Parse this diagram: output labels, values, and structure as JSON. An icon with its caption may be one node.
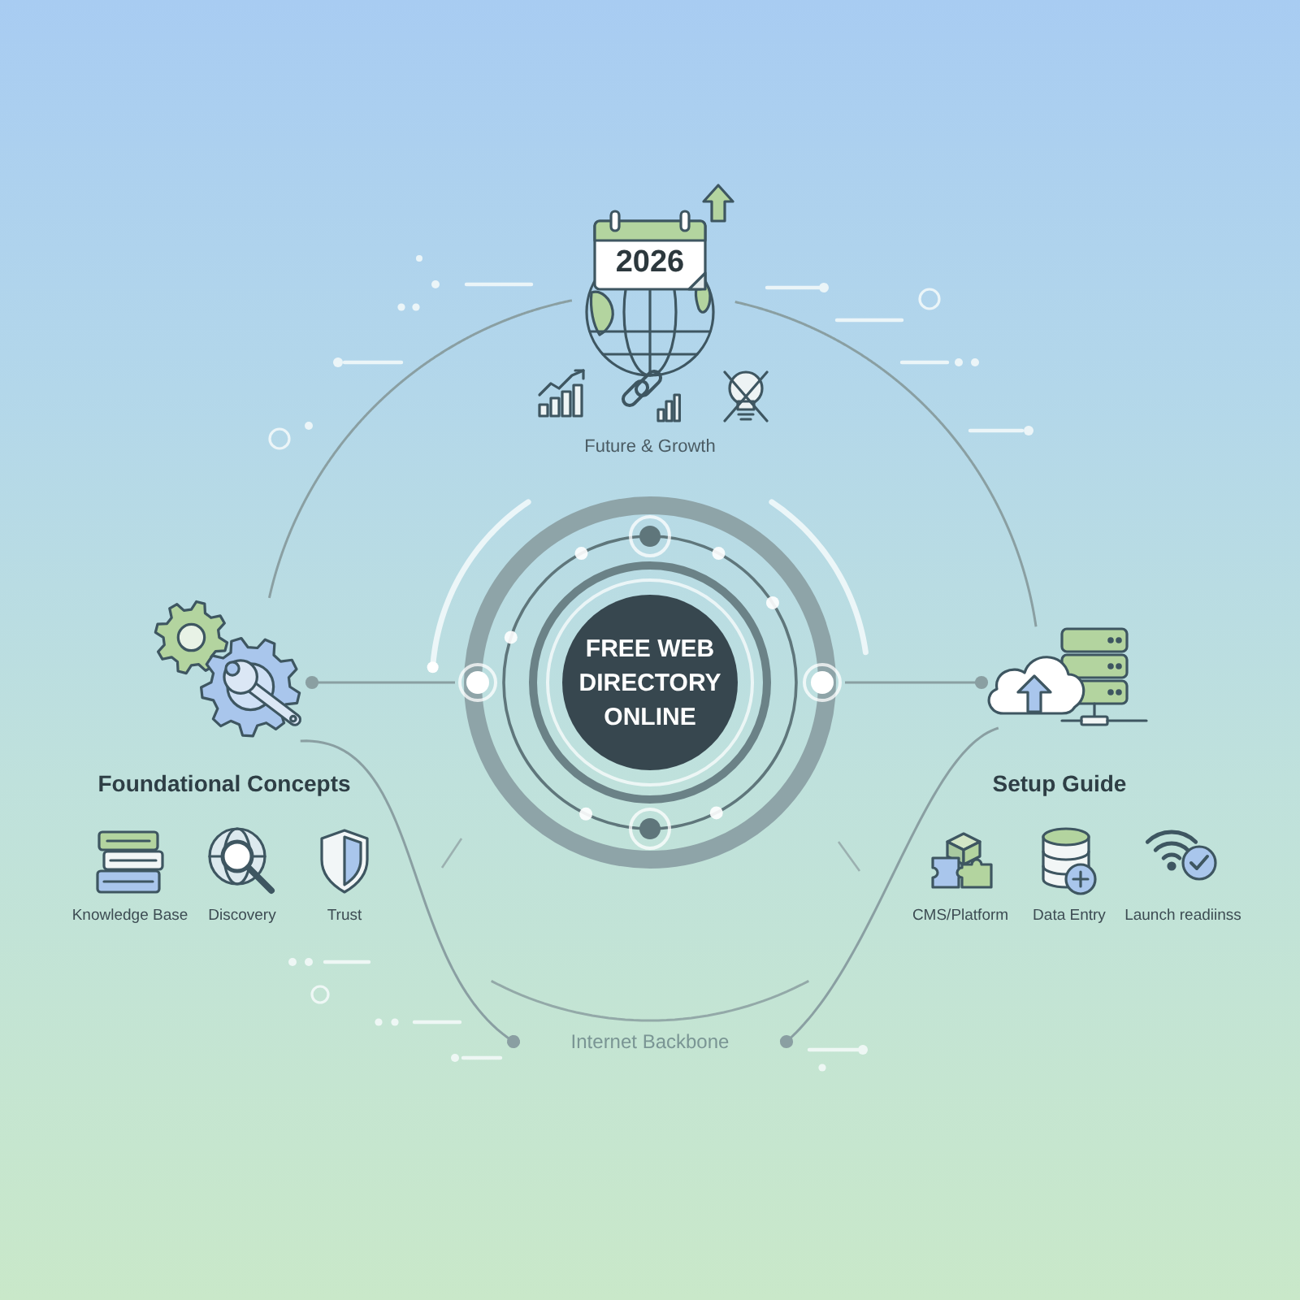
{
  "diagram": {
    "nodes": [
      {
        "text": [
          "2026"
        ]
      },
      {
        "text": [],
        "shape": "picture"
      },
      {
        "text": [
          "FREE WEB DIRECTORY ONLINE"
        ]
      },
      {
        "text": [],
        "shape": "picture"
      },
      {
        "text": [
          "Internet Backbone"
        ]
      }
    ],
    "edges": [
      {
        "from": 2,
        "to": 1,
        "arrow": "other"
      },
      {
        "from": 2,
        "to": 3,
        "arrow": "other"
      },
      {
        "from": 0,
        "to": 1,
        "arrow": "none"
      },
      {
        "from": 0,
        "to": 3,
        "arrow": "none"
      },
      {
        "from": 1,
        "to": 4,
        "arrow": "other"
      },
      {
        "from": 3,
        "to": 4,
        "arrow": "other"
      }
    ],
    "labels": [
      "Future & Growth",
      "Foundational Concepts",
      "Knowledge Base",
      "Discovery",
      "Trust",
      "Setup Guide",
      "CMS/Platform",
      "Data Entry",
      "Launch readiinss"
    ]
  }
}
